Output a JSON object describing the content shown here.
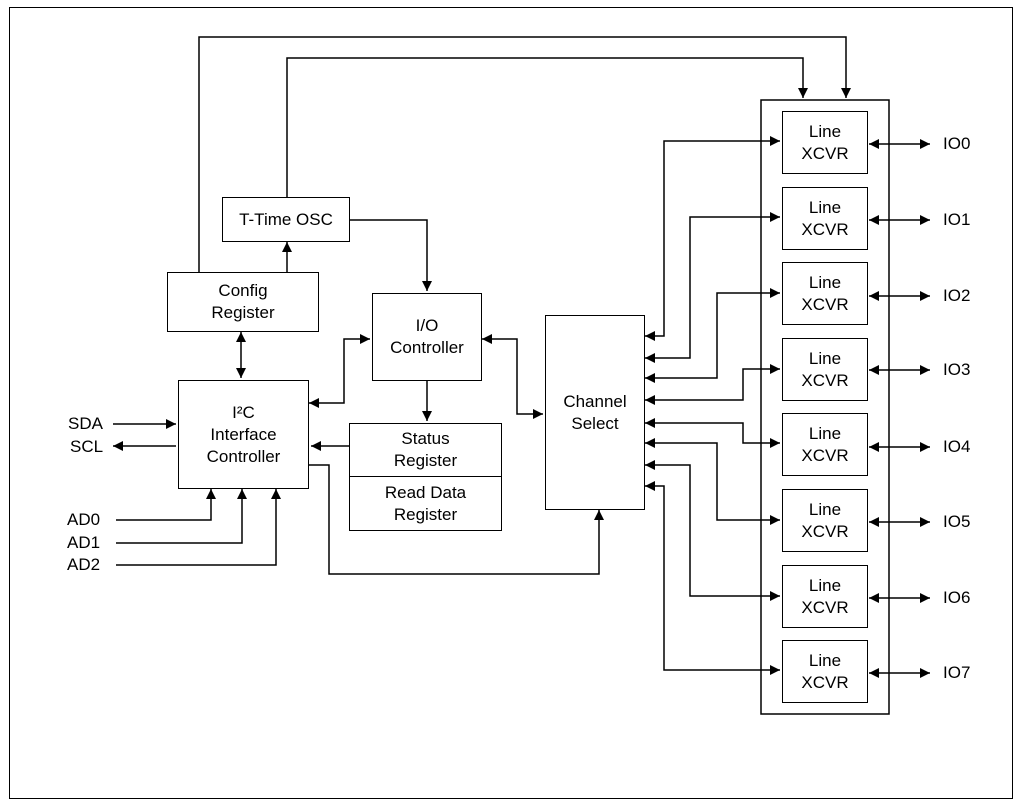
{
  "blocks": {
    "ttime_osc": "T-Time OSC",
    "config_register": [
      "Config",
      "Register"
    ],
    "io_controller": [
      "I/O",
      "Controller"
    ],
    "i2c_controller": [
      "I²C",
      "Interface",
      "Controller"
    ],
    "status_register": [
      "Status",
      "Register"
    ],
    "read_data_register": [
      "Read Data",
      "Register"
    ],
    "channel_select": [
      "Channel",
      "Select"
    ],
    "line_xcvr": [
      "Line",
      "XCVR"
    ]
  },
  "pins": {
    "sda": "SDA",
    "scl": "SCL",
    "ad": [
      "AD0",
      "AD1",
      "AD2"
    ],
    "io": [
      "IO0",
      "IO1",
      "IO2",
      "IO3",
      "IO4",
      "IO5",
      "IO6",
      "IO7"
    ]
  }
}
